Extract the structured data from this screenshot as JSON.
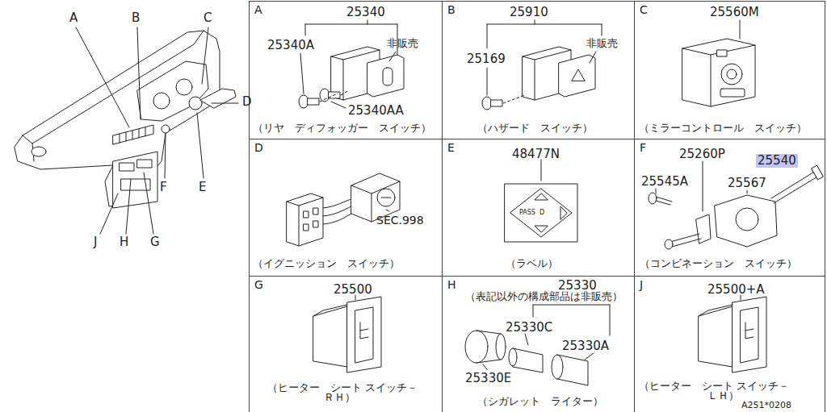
{
  "diagram": {
    "nodes": [
      {
        "text": [
          "A",
          "25340",
          "25340A",
          "非販売",
          "25340AA",
          "（リヤ　ディフォッガー　スイッチ）"
        ]
      },
      {
        "text": [
          "B",
          "25910",
          "25169",
          "非販売",
          "（ハザード　スイッチ）"
        ]
      },
      {
        "text": [
          "C",
          "25560M",
          "（ミラーコントロール　スイッチ）"
        ]
      },
      {
        "text": [
          "D",
          "SEC.998",
          "（イグニッション　スイッチ）"
        ]
      },
      {
        "text": [
          "E",
          "48477N",
          "PASS",
          "D",
          "（ラベル）"
        ]
      },
      {
        "text": [
          "F",
          "25260P",
          "25540",
          "25545A",
          "25567",
          "（コンビネーション　スイッチ）"
        ]
      },
      {
        "text": [
          "G",
          "25500",
          "（ヒーター　シート スイッチ－ＲＨ）"
        ]
      },
      {
        "text": [
          "H",
          "25330",
          "（表記以外の構成部品は非販売）",
          "25330C",
          "25330A",
          "25330E",
          "（シガレット　ライター）"
        ]
      },
      {
        "text": [
          "J",
          "25500+A",
          "（ヒーター　シート スイッチ－ＬＨ）"
        ]
      }
    ],
    "labels": [
      "A",
      "B",
      "C",
      "D",
      "E",
      "F",
      "J",
      "H",
      "G",
      "A251*0208"
    ]
  }
}
